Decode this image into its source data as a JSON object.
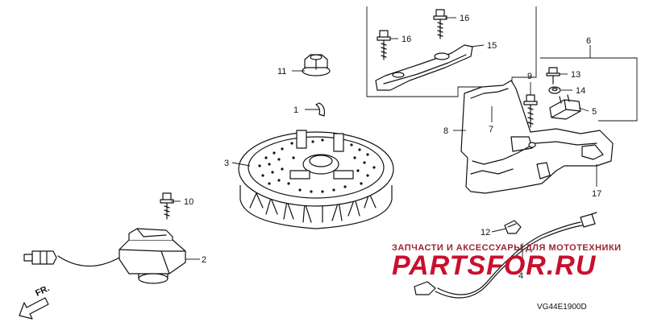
{
  "diagram": {
    "callouts": [
      "1",
      "2",
      "3",
      "4",
      "5",
      "6",
      "7",
      "8",
      "9",
      "10",
      "11",
      "12",
      "13",
      "14",
      "15",
      "16",
      "16",
      "17"
    ],
    "direction_arrow": "FR.",
    "drawing_code": "VG44E1900D"
  },
  "watermark": {
    "caption": "ЗАПЧАСТИ И АКСЕССУАРЫ ДЛЯ МОТОТЕХНИКИ",
    "brand": "PARTSFOR.RU"
  },
  "colors": {
    "line": "#111111",
    "watermark": "#c8102e",
    "watermark_caption": "#9a2530",
    "background": "#ffffff"
  }
}
